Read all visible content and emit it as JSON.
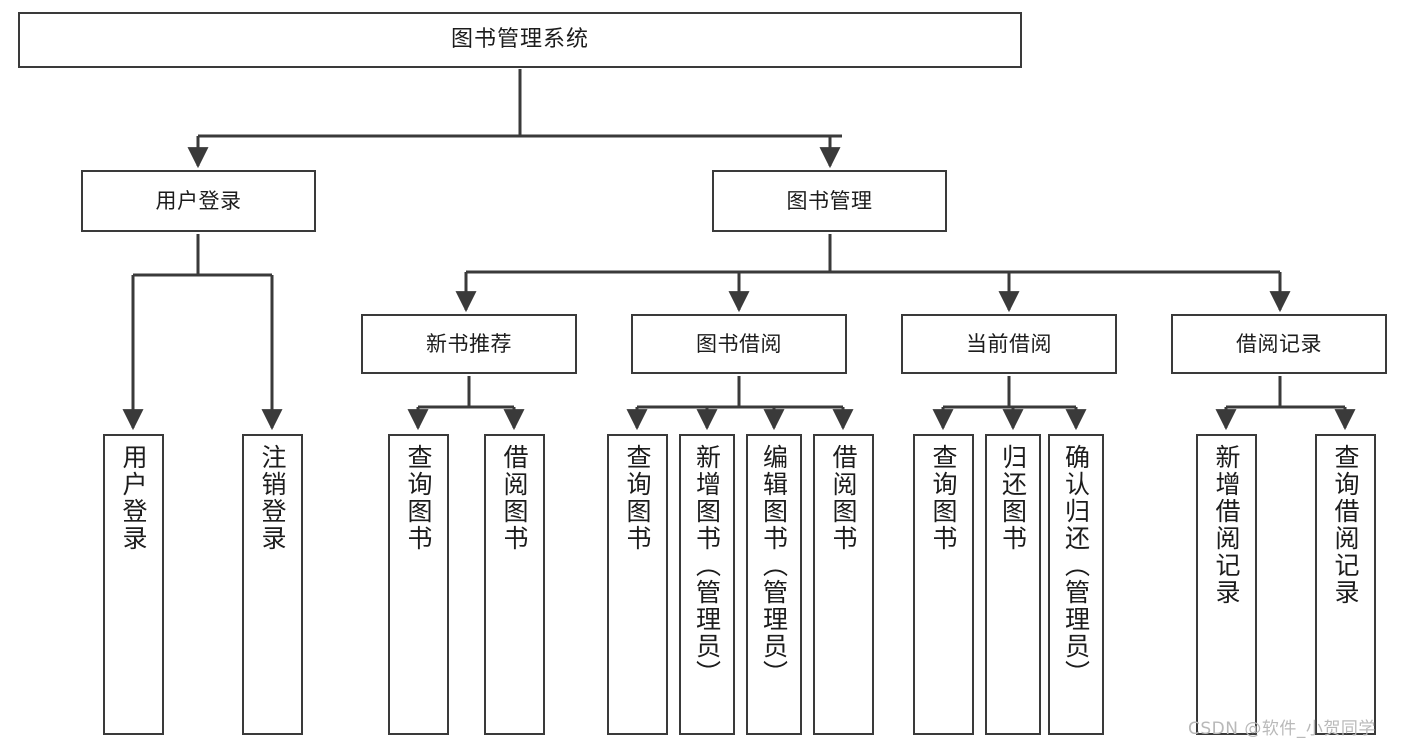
{
  "diagram": {
    "title": "图书管理系统",
    "type": "tree-hierarchy",
    "watermark": "CSDN @软件_小贺同学",
    "colors": {
      "stroke": "#3a3a3a",
      "fill": "#ffffff",
      "text": "#1c1c1c",
      "watermark": "#b9b9b9"
    }
  },
  "nodes": {
    "root": {
      "label": "图书管理系统"
    },
    "level2": [
      {
        "id": "user-login",
        "label": "用户登录"
      },
      {
        "id": "book-management",
        "label": "图书管理"
      }
    ],
    "level3": [
      {
        "id": "new-book-recommend",
        "label": "新书推荐"
      },
      {
        "id": "book-borrow",
        "label": "图书借阅"
      },
      {
        "id": "current-borrow",
        "label": "当前借阅"
      },
      {
        "id": "borrow-record",
        "label": "借阅记录"
      }
    ],
    "leaves": {
      "user_login": [
        {
          "id": "leaf-user-login",
          "label": "用户登录"
        },
        {
          "id": "leaf-logout",
          "label": "注销登录"
        }
      ],
      "new_book_recommend": [
        {
          "id": "leaf-query-book-1",
          "label": "查询图书"
        },
        {
          "id": "leaf-borrow-book-1",
          "label": "借阅图书"
        }
      ],
      "book_borrow": [
        {
          "id": "leaf-query-book-2",
          "label": "查询图书"
        },
        {
          "id": "leaf-add-book",
          "label": "新增图书（管理员）"
        },
        {
          "id": "leaf-edit-book",
          "label": "编辑图书（管理员）"
        },
        {
          "id": "leaf-borrow-book-2",
          "label": "借阅图书"
        }
      ],
      "current_borrow": [
        {
          "id": "leaf-query-book-3",
          "label": "查询图书"
        },
        {
          "id": "leaf-return-book",
          "label": "归还图书"
        },
        {
          "id": "leaf-confirm-return",
          "label": "确认归还（管理员）"
        }
      ],
      "borrow_record": [
        {
          "id": "leaf-add-record",
          "label": "新增借阅记录"
        },
        {
          "id": "leaf-query-record",
          "label": "查询借阅记录"
        }
      ]
    }
  },
  "edges": [
    {
      "from": "root",
      "to": "user-login"
    },
    {
      "from": "root",
      "to": "book-management"
    },
    {
      "from": "user-login",
      "to": "leaf-user-login"
    },
    {
      "from": "user-login",
      "to": "leaf-logout"
    },
    {
      "from": "book-management",
      "to": "new-book-recommend"
    },
    {
      "from": "book-management",
      "to": "book-borrow"
    },
    {
      "from": "book-management",
      "to": "current-borrow"
    },
    {
      "from": "book-management",
      "to": "borrow-record"
    },
    {
      "from": "new-book-recommend",
      "to": "leaf-query-book-1"
    },
    {
      "from": "new-book-recommend",
      "to": "leaf-borrow-book-1"
    },
    {
      "from": "book-borrow",
      "to": "leaf-query-book-2"
    },
    {
      "from": "book-borrow",
      "to": "leaf-add-book"
    },
    {
      "from": "book-borrow",
      "to": "leaf-edit-book"
    },
    {
      "from": "book-borrow",
      "to": "leaf-borrow-book-2"
    },
    {
      "from": "current-borrow",
      "to": "leaf-query-book-3"
    },
    {
      "from": "current-borrow",
      "to": "leaf-return-book"
    },
    {
      "from": "current-borrow",
      "to": "leaf-confirm-return"
    },
    {
      "from": "borrow-record",
      "to": "leaf-add-record"
    },
    {
      "from": "borrow-record",
      "to": "leaf-query-record"
    }
  ]
}
